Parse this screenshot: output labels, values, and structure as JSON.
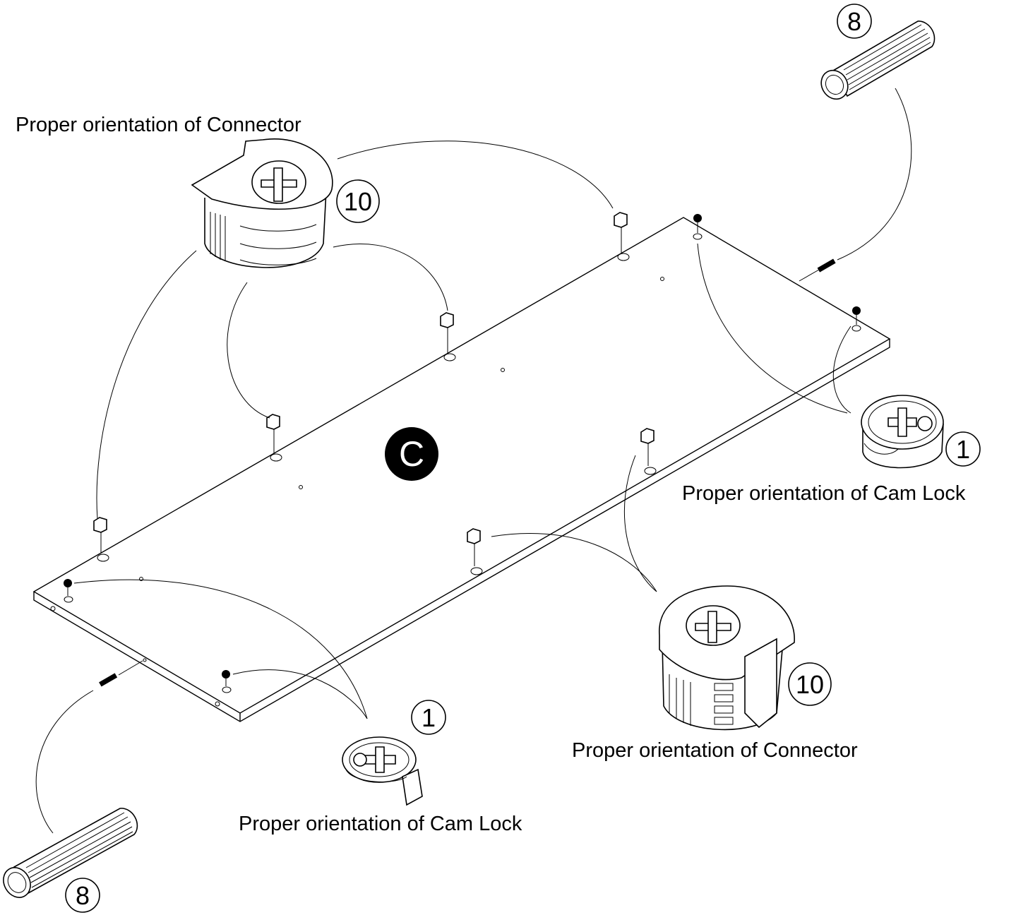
{
  "panel_letter": "C",
  "labels": {
    "connector_top": "Proper orientation of Connector",
    "camlock_right": "Proper orientation of Cam Lock",
    "connector_bottom": "Proper orientation of Connector",
    "camlock_bottom": "Proper orientation of Cam Lock"
  },
  "part_numbers": {
    "dowel_top": "8",
    "dowel_bottom": "8",
    "connector_top": "10",
    "connector_bottom": "10",
    "camlock_right": "1",
    "camlock_bottom": "1"
  },
  "colors": {
    "ink": "#000000",
    "paper": "#ffffff"
  }
}
